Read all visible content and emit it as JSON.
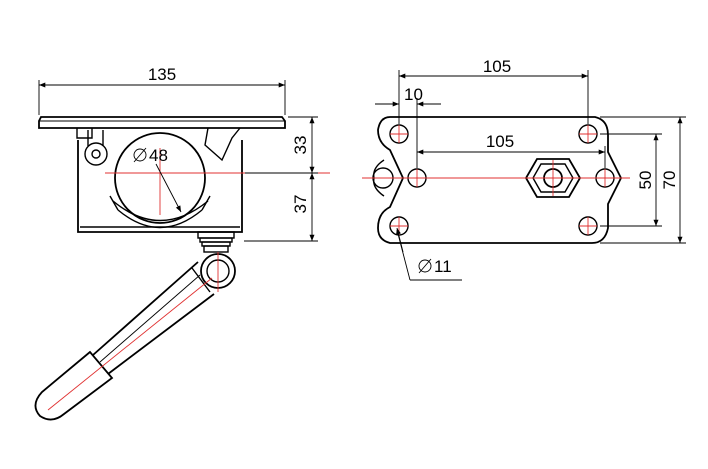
{
  "colors": {
    "line": "#000000",
    "centerline": "#e03030",
    "background": "#ffffff"
  },
  "views": {
    "side": {
      "dims": {
        "width": "135",
        "height_upper": "33",
        "height_lower": "37",
        "tube_diameter": "48"
      }
    },
    "top": {
      "dims": {
        "hole_spacing_top": "105",
        "hole_offset": "10",
        "hole_spacing_middle": "105",
        "height_inner": "50",
        "height_outer": "70",
        "hole_diameter": "11"
      }
    }
  }
}
